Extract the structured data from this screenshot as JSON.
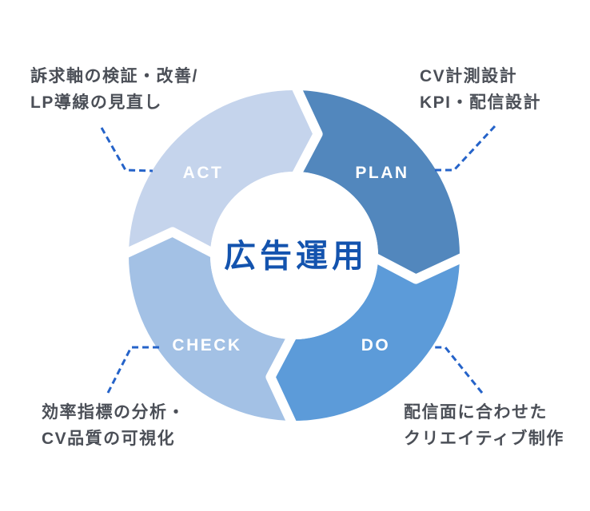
{
  "center": {
    "label": "広告運用"
  },
  "segments": [
    {
      "id": "plan",
      "label": "PLAN"
    },
    {
      "id": "do",
      "label": "DO"
    },
    {
      "id": "check",
      "label": "CHECK"
    },
    {
      "id": "act",
      "label": "ACT"
    }
  ],
  "annotations": {
    "act": {
      "line1": "訴求軸の検証・改善/",
      "line2": "LP導線の見直し"
    },
    "plan": {
      "line1": "CV計測設計",
      "line2": "KPI・配信設計"
    },
    "check": {
      "line1": "効率指標の分析・",
      "line2": "CV品質の可視化"
    },
    "do": {
      "line1": "配信面に合わせた",
      "line2": "クリエイティブ制作"
    }
  },
  "colors": {
    "plan": "#5287bd",
    "do": "#5c9bd9",
    "check": "#a3c1e5",
    "act": "#c5d4ec",
    "label_text": "#ffffff",
    "center_text": "#1353ae",
    "annotation_text": "#4b4f57",
    "dashed_line": "#2563c9",
    "background": "#ffffff"
  }
}
